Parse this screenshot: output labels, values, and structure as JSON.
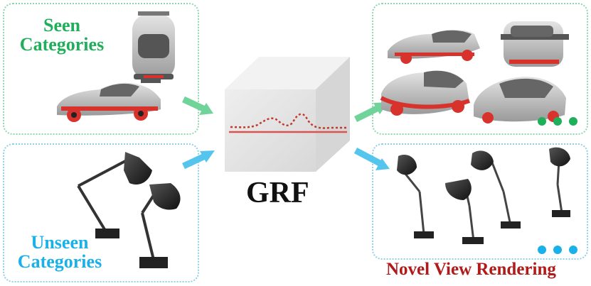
{
  "labels": {
    "seen_line1": "Seen",
    "seen_line2": "Categories",
    "unseen_line1": "Unseen",
    "unseen_line2": "Categories",
    "center_title": "GRF",
    "output_caption": "Novel View Rendering"
  },
  "colors": {
    "seen": "#1fae5a",
    "unseen": "#1ab0e8",
    "caption": "#b21a1a",
    "arrow_green": "#6fd39a",
    "arrow_blue": "#56c5ee",
    "curve": "#d9534f",
    "car_red": "#d8322c"
  },
  "icons": [
    "sports-car-icon",
    "desk-lamp-icon",
    "ellipsis-dots-icon",
    "arrow-icon",
    "cube-icon"
  ]
}
